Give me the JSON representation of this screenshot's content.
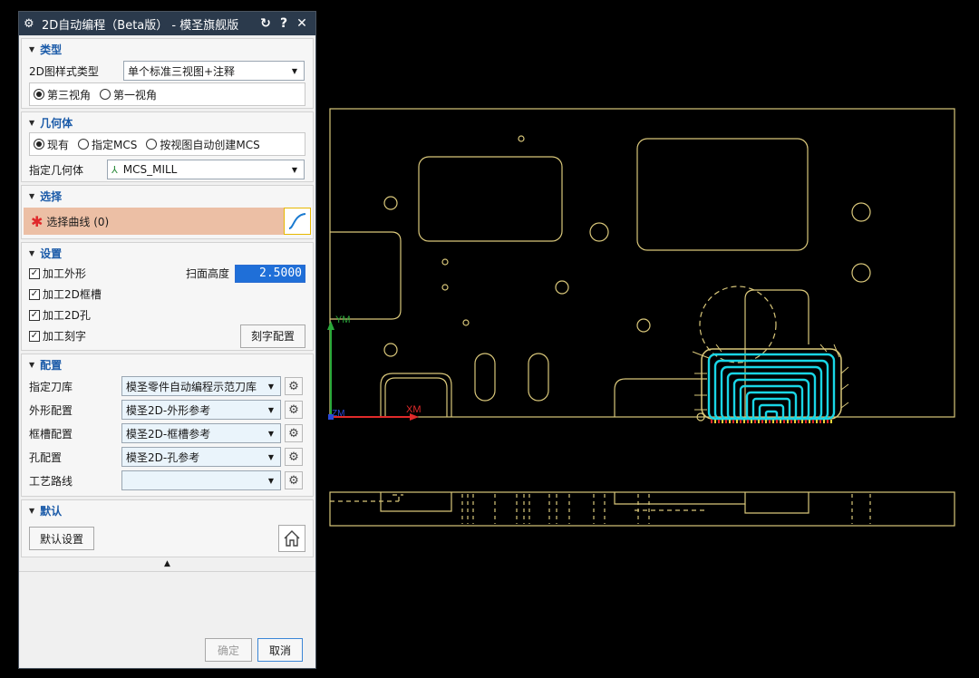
{
  "dialog": {
    "title": "2D自动编程（Beta版） - 模圣旗舰版",
    "reset_glyph": "↻",
    "help_glyph": "?",
    "close_glyph": "✕"
  },
  "type_section": {
    "title": "类型",
    "style_label": "2D图样式类型",
    "style_value": "单个标准三视图+注释",
    "options": [
      "第三视角",
      "第一视角"
    ],
    "selected": 0
  },
  "geometry_section": {
    "title": "几何体",
    "options": [
      "现有",
      "指定MCS",
      "按视图自动创建MCS"
    ],
    "selected": 0,
    "geometry_label": "指定几何体",
    "geometry_value": "MCS_MILL"
  },
  "selection_section": {
    "title": "选择",
    "curve_label": "选择曲线 (0)"
  },
  "settings_section": {
    "title": "设置",
    "checks": [
      {
        "label": "加工外形",
        "checked": true
      },
      {
        "label": "加工2D框槽",
        "checked": true
      },
      {
        "label": "加工2D孔",
        "checked": true
      },
      {
        "label": "加工刻字",
        "checked": true
      }
    ],
    "height_label": "扫面高度",
    "height_value": "2.5000",
    "engrave_button": "刻字配置"
  },
  "config_section": {
    "title": "配置",
    "rows": [
      {
        "label": "指定刀库",
        "value": "模圣零件自动编程示范刀库"
      },
      {
        "label": "外形配置",
        "value": "模圣2D-外形参考"
      },
      {
        "label": "框槽配置",
        "value": "模圣2D-框槽参考"
      },
      {
        "label": "孔配置",
        "value": "模圣2D-孔参考"
      },
      {
        "label": "工艺路线",
        "value": ""
      }
    ]
  },
  "default_section": {
    "title": "默认",
    "button": "默认设置"
  },
  "footer": {
    "ok": "确定",
    "cancel": "取消"
  },
  "viewport": {
    "axis_labels": {
      "ym": "YM",
      "xm": "XM",
      "zm": "ZM"
    },
    "colors": {
      "background": "#000000",
      "outline": "#d9c77a",
      "toolpath": "#19d6e6",
      "x_axis": "#e02a2a",
      "y_axis": "#2aa83a",
      "z_axis": "#2a4ad8"
    }
  },
  "icons": {
    "settings": "gear-icon",
    "curve_select": "curve-icon",
    "home": "home-icon",
    "mcs": "csys-icon"
  }
}
